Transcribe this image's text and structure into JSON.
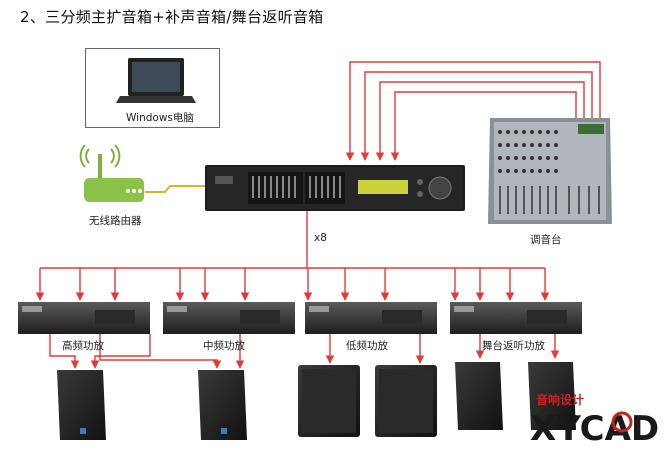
{
  "title": "2、三分频主扩音箱+补声音箱/舞台返听音箱",
  "devices": {
    "computer_label": "Windows电脑",
    "router_label": "无线路由器",
    "mixer_label": "调音台",
    "processor_count": "x8"
  },
  "amplifiers": [
    {
      "label": "高频功放"
    },
    {
      "label": "中频功放"
    },
    {
      "label": "低频功放"
    },
    {
      "label": "舞台返听功放"
    }
  ],
  "watermark": {
    "cn": "音响设计",
    "en": "XYCAD"
  },
  "colors": {
    "signal": "#e53935",
    "cable": "#e0b020",
    "router": "#7cb342"
  }
}
